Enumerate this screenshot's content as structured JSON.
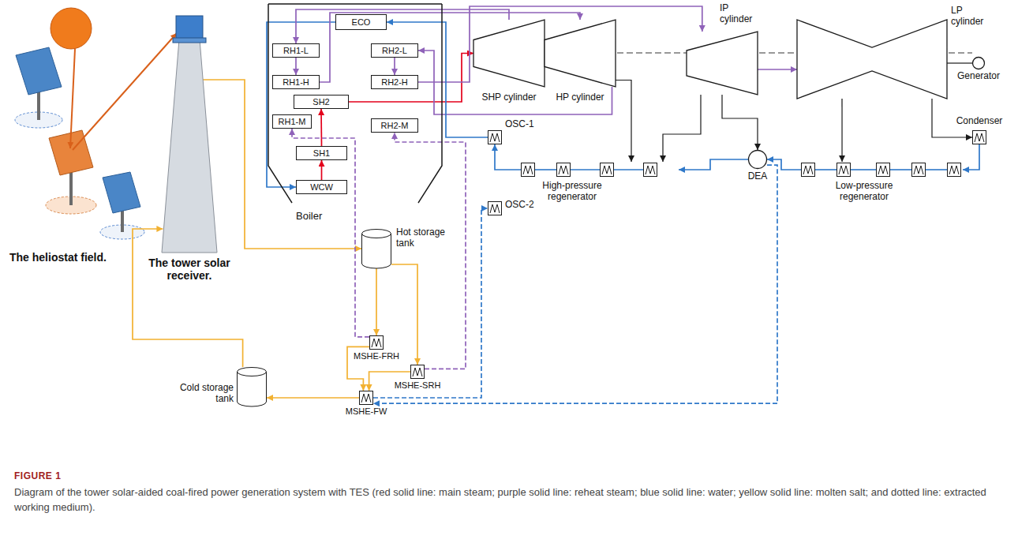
{
  "diagram": {
    "title": "FIGURE 1",
    "caption": "Diagram of the tower solar-aided coal-fired power generation system with TES (red solid line: main steam; purple solid line: reheat steam; blue solid line: water; yellow solid line: molten salt; and dotted line: extracted working medium).",
    "nodes": [
      {
        "text": [
          "Boiler"
        ]
      },
      {
        "text": [
          "ECO"
        ],
        "in": 0
      },
      {
        "text": [
          "RH1-L"
        ],
        "in": 0
      },
      {
        "text": [
          "RH2-L"
        ],
        "in": 0
      },
      {
        "text": [
          "RH1-H"
        ],
        "in": 0
      },
      {
        "text": [
          "RH2-H"
        ],
        "in": 0
      },
      {
        "text": [
          "SH2"
        ],
        "in": 0
      },
      {
        "text": [
          "RH1-M"
        ],
        "in": 0
      },
      {
        "text": [
          "RH2-M"
        ],
        "in": 0
      },
      {
        "text": [
          "SH1"
        ],
        "in": 0
      },
      {
        "text": [
          "WCW"
        ],
        "in": 0
      },
      {
        "text": [
          "SHP cylinder"
        ]
      },
      {
        "text": [
          "HP cylinder"
        ]
      },
      {
        "text": [
          "IP cylinder"
        ]
      },
      {
        "text": [
          "LP cylinder"
        ]
      },
      {
        "text": [
          "Generator"
        ]
      },
      {
        "text": [
          "Condenser"
        ]
      },
      {
        "text": [
          "OSC-1"
        ]
      },
      {
        "text": [
          "OSC-2"
        ]
      },
      {
        "text": [
          "High-pressure regenerator"
        ]
      },
      {
        "text": [
          "DEA"
        ]
      },
      {
        "text": [
          "Low-pressure regenerator"
        ]
      },
      {
        "text": [
          "The tower solar receiver."
        ]
      },
      {
        "text": [
          "Hot storage tank"
        ]
      },
      {
        "text": [
          "Cold storage tank"
        ]
      },
      {
        "text": [
          "MSHE-FRH"
        ]
      },
      {
        "text": [
          "MSHE-SRH"
        ]
      },
      {
        "text": [
          "MSHE-FW"
        ]
      }
    ],
    "edges": [
      {
        "from": 10,
        "to": 9,
        "arrow": "to"
      },
      {
        "from": 9,
        "to": 6,
        "arrow": "to"
      },
      {
        "from": 6,
        "to": 11,
        "arrow": "to"
      },
      {
        "from": 1,
        "to": 10,
        "arrow": "to"
      },
      {
        "from": 11,
        "to": 2,
        "arrow": "to"
      },
      {
        "from": 2,
        "to": 4,
        "arrow": "to"
      },
      {
        "from": 4,
        "to": 12,
        "arrow": "to"
      },
      {
        "from": 12,
        "to": 3,
        "arrow": "to"
      },
      {
        "from": 3,
        "to": 5,
        "arrow": "to"
      },
      {
        "from": 5,
        "to": 13,
        "arrow": "to"
      },
      {
        "from": 13,
        "to": 14,
        "arrow": "to"
      },
      {
        "from": 14,
        "to": 15,
        "arrow": "none"
      },
      {
        "from": 14,
        "to": 16,
        "arrow": "to"
      },
      {
        "from": 16,
        "to": 21,
        "arrow": "to"
      },
      {
        "from": 21,
        "to": 20,
        "arrow": "to"
      },
      {
        "from": 20,
        "to": 19,
        "arrow": "to"
      },
      {
        "from": 19,
        "to": 17,
        "arrow": "to"
      },
      {
        "from": 17,
        "to": 1,
        "arrow": "to"
      },
      {
        "from": 22,
        "to": 23,
        "arrow": "to"
      },
      {
        "from": 24,
        "to": 22,
        "arrow": "to"
      },
      {
        "from": 23,
        "to": 25,
        "arrow": "to"
      },
      {
        "from": 23,
        "to": 26,
        "arrow": "to"
      },
      {
        "from": 25,
        "to": 27,
        "arrow": "to"
      },
      {
        "from": 26,
        "to": 27,
        "arrow": "to"
      },
      {
        "from": 27,
        "to": 24,
        "arrow": "to"
      },
      {
        "from": 25,
        "to": 7,
        "arrow": "to"
      },
      {
        "from": 26,
        "to": 8,
        "arrow": "to"
      },
      {
        "from": 27,
        "to": 18,
        "arrow": "to"
      },
      {
        "from": 20,
        "to": 27,
        "arrow": "to"
      },
      {
        "from": 13,
        "to": 20,
        "arrow": "to"
      },
      {
        "from": 13,
        "to": 19,
        "arrow": "to"
      },
      {
        "from": 14,
        "to": 21,
        "arrow": "to"
      },
      {
        "from": 12,
        "to": 19,
        "arrow": "to"
      }
    ],
    "labels": [
      "The heliostat field."
    ]
  }
}
